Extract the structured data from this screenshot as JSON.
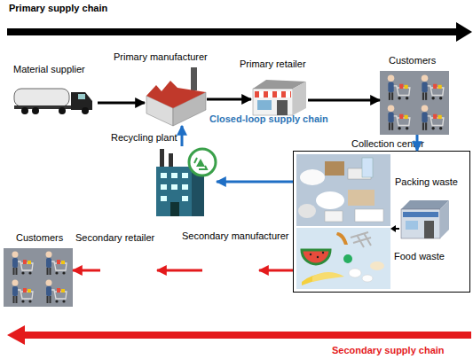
{
  "diagram": {
    "nodes": [
      {
        "text": [
          "Material supplier"
        ]
      },
      {
        "text": [
          "Primary manufacturer"
        ]
      },
      {
        "text": [
          "Primary retailer"
        ]
      },
      {
        "text": [
          "Customers"
        ]
      },
      {
        "text": [
          "Collection center"
        ]
      },
      {
        "text": [
          "Packing waste"
        ],
        "in": 4
      },
      {
        "text": [
          "Food waste"
        ],
        "in": 4
      },
      {
        "text": [
          "Recycling plant"
        ]
      },
      {
        "text": [
          "Secondary manufacturer"
        ]
      },
      {
        "text": [
          "Secondary retailer"
        ]
      },
      {
        "text": [
          "Customers"
        ]
      }
    ],
    "edges": [
      {
        "from": 0,
        "to": 1,
        "arrow": "to"
      },
      {
        "from": 1,
        "to": 2,
        "arrow": "to"
      },
      {
        "from": 2,
        "to": 3,
        "arrow": "to"
      },
      {
        "from": 3,
        "to": 4,
        "arrow": "to"
      },
      {
        "from": 4,
        "to": 7,
        "arrow": "to"
      },
      {
        "from": 7,
        "to": 1,
        "arrow": "to"
      },
      {
        "from": 4,
        "to": 8,
        "arrow": "to"
      },
      {
        "from": 8,
        "to": 9,
        "arrow": "to"
      },
      {
        "from": 9,
        "to": 10,
        "arrow": "to"
      }
    ],
    "labels": [
      "Primary supply chain",
      "Closed-loop supply chain",
      "Secondary supply chain"
    ]
  }
}
